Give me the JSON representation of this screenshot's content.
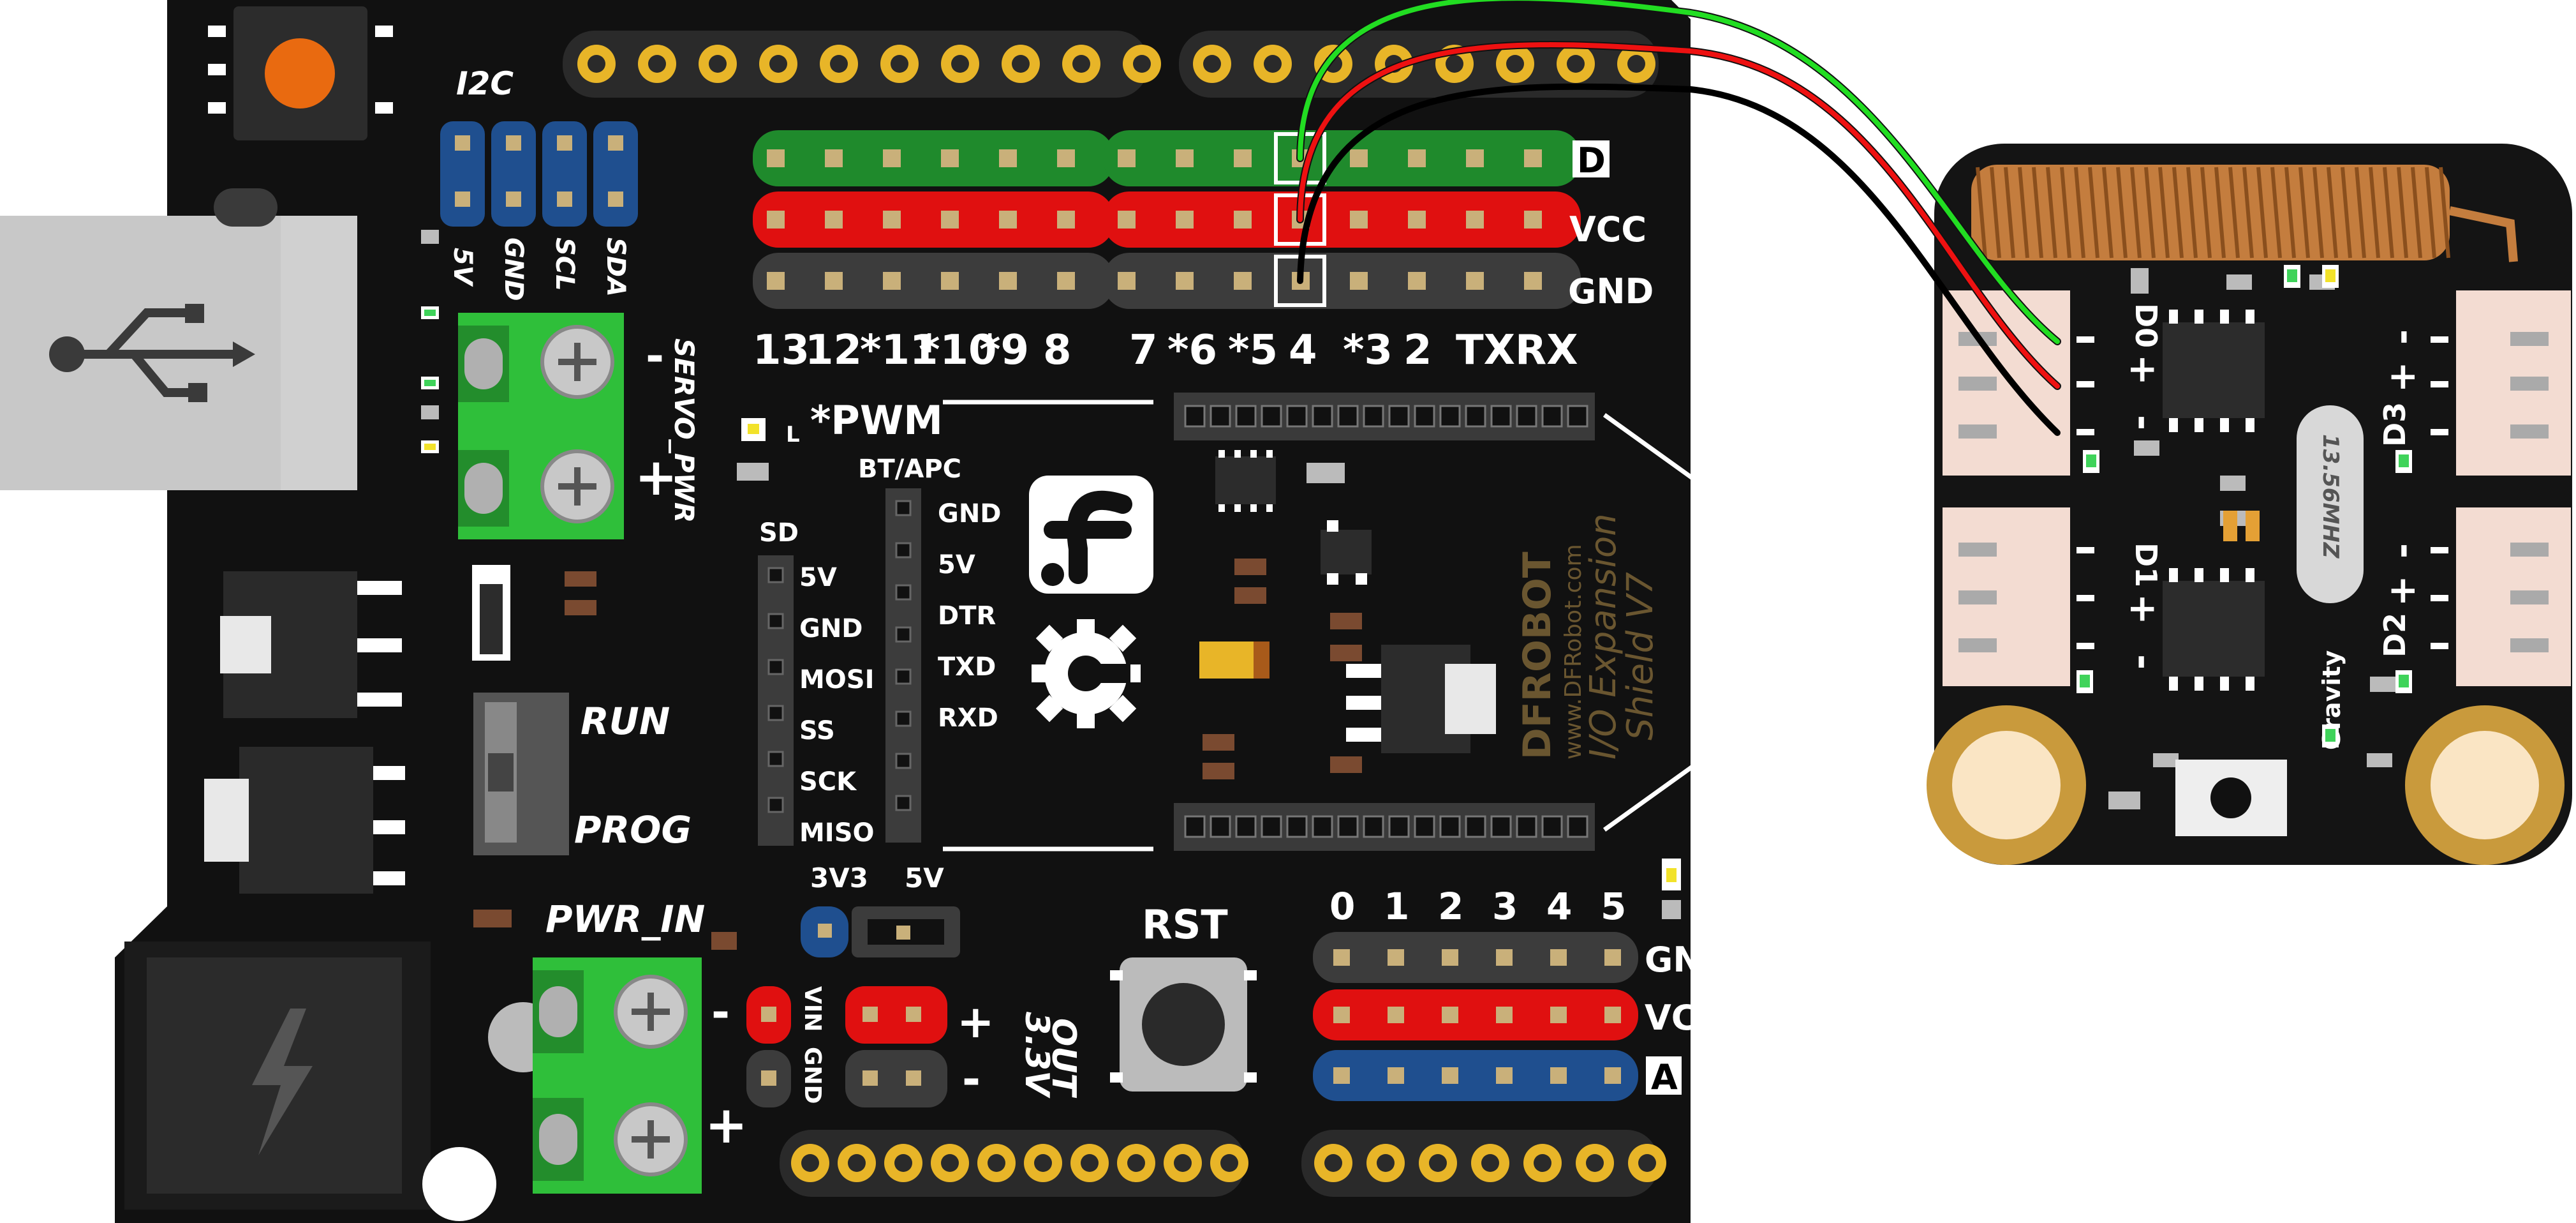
{
  "shield": {
    "i2c_title": "I2C",
    "i2c_pins": [
      "5V",
      "GND",
      "SCL",
      "SDA"
    ],
    "servo_label": "SERVO_PWR",
    "minus": "-",
    "plus": "+",
    "row_labels": [
      "D",
      "VCC",
      "GND"
    ],
    "digital_labels": [
      "13",
      "12",
      "*11",
      "*10",
      "*9",
      "8",
      "7",
      "*6",
      "*5",
      "4",
      "*3",
      "2",
      "TX",
      "RX"
    ],
    "pwm_note": "*PWM",
    "led_l": "L",
    "bt_label": "BT/APC",
    "bt_pins": [
      "GND",
      "5V",
      "DTR",
      "TXD",
      "RXD"
    ],
    "sd_label": "SD",
    "sd_pins": [
      "5V",
      "GND",
      "MOSI",
      "SS",
      "SCK",
      "MISO"
    ],
    "run": "RUN",
    "prog": "PROG",
    "pwr_in": "PWR_IN",
    "v33": "3V3",
    "v5": "5V",
    "vin": "VIN",
    "gnd_vert": "GND",
    "out_33": "3.3V",
    "out_word": "OUT",
    "rst": "RST",
    "analog_nums": [
      "0",
      "1",
      "2",
      "3",
      "4",
      "5"
    ],
    "analog_rows": [
      "GND",
      "VCC",
      "A"
    ],
    "brand": "DFROBOT",
    "url": "www.DFRobot.com",
    "product_1": "I/O Expansion",
    "product_2": "Shield V7"
  },
  "module": {
    "freq": "13.56MHZ",
    "gravity": "Gravity",
    "d0": "D0",
    "d1": "D1",
    "d2": "D2",
    "d3": "D3"
  },
  "colors": {
    "board": "#111111",
    "pcb_module": "#141414",
    "header_green": "#1f8a2c",
    "header_red": "#e01010",
    "header_blue": "#1f4f8f",
    "header_gray": "#3c3c3c",
    "terminal_green": "#2fbf3a",
    "gold": "#c99a3c",
    "wire_green": "#22dd22",
    "wire_red": "#ee1111",
    "wire_black": "#000000"
  }
}
